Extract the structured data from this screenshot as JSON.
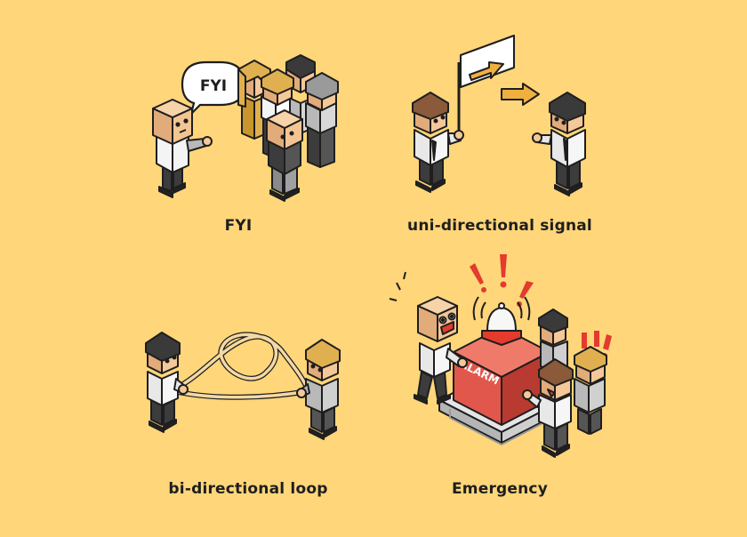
{
  "panels": [
    {
      "id": "fyi",
      "label": "FYI",
      "bubble_text": "FYI"
    },
    {
      "id": "uni",
      "label": "uni-directional signal"
    },
    {
      "id": "bi",
      "label": "bi-directional loop"
    },
    {
      "id": "emergency",
      "label": "Emergency",
      "alarm_text": "ALARM"
    }
  ],
  "colors": {
    "background": "#ffd67a",
    "outline": "#1e1e1e",
    "skin": "#f5c89a",
    "skin_shade": "#e2ab7a",
    "box_head": "#f2c592",
    "blonde_hair": "#e0b050",
    "dark_hair": "#3a3a3a",
    "brown_hair": "#8a5a3a",
    "shirt_white": "#f4f4f4",
    "shirt_gray": "#b9b9b9",
    "pants_dark": "#3c3c3c",
    "arrow_orange": "#f0b040",
    "alarm_red": "#e2574c",
    "alarm_red_dark": "#b83a30",
    "alarm_top": "#f07a6a",
    "base_gray": "#cfcfcf",
    "bell_white": "#f7f7f7",
    "exclaim_red": "#e33b2e",
    "rope": "#f3d9a6"
  }
}
